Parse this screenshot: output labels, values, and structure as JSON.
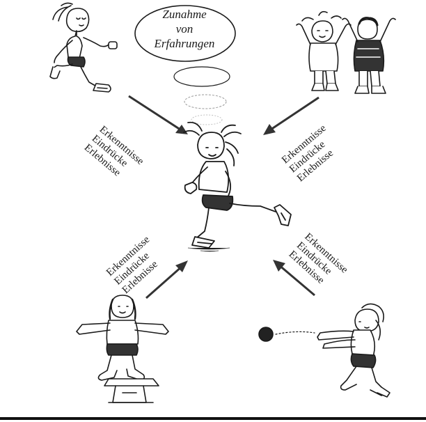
{
  "title": {
    "lines": [
      "Zunahme",
      "von",
      "Erfahrungen"
    ]
  },
  "labels": {
    "top_left": [
      "Erkenntnisse",
      "Eindrücke",
      "Erlebnisse"
    ],
    "top_right": [
      "Erkenntnisse",
      "Eindrücke",
      "Erlebnisse"
    ],
    "bottom_left": [
      "Erkenntnisse",
      "Eindrücke",
      "Erlebnisse"
    ],
    "bottom_right": [
      "Erkenntnisse",
      "Eindrücke",
      "Erlebnisse"
    ]
  },
  "figures": {
    "center": "running-child-illustration",
    "top_left": "running-girl-illustration",
    "top_right": "two-waving-children-illustration",
    "bottom_left": "balancing-child-illustration",
    "bottom_right": "ball-throwing-child-illustration"
  },
  "colors": {
    "ink": "#1a1a1a",
    "arrow": "#333333",
    "fade": "#bbbbbb"
  }
}
